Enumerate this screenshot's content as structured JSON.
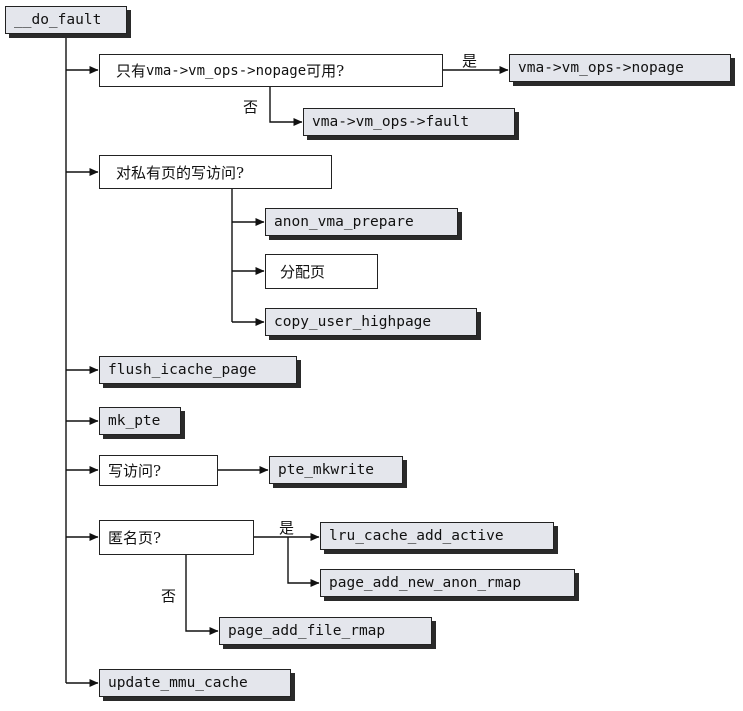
{
  "nodes": {
    "do_fault": "__do_fault",
    "q_nopage_prefix": "只有",
    "q_nopage_code": "vma->vm_ops->nopage",
    "q_nopage_suffix": "可用?",
    "vm_ops_nopage": "vma->vm_ops->nopage",
    "vm_ops_fault": "vma->vm_ops->fault",
    "q_private_write": "对私有页的写访问?",
    "anon_vma_prepare": "anon_vma_prepare",
    "alloc_page": "分配页",
    "copy_user_highpage": "copy_user_highpage",
    "flush_icache_page": "flush_icache_page",
    "mk_pte": "mk_pte",
    "q_write_access": "写访问?",
    "pte_mkwrite": "pte_mkwrite",
    "q_anon_page": "匿名页?",
    "lru_cache_add_active": "lru_cache_add_active",
    "page_add_new_anon_rmap": "page_add_new_anon_rmap",
    "page_add_file_rmap": "page_add_file_rmap",
    "update_mmu_cache": "update_mmu_cache"
  },
  "edge_labels": {
    "yes_nopage": "是",
    "no_nopage": "否",
    "yes_anon": "是",
    "no_anon": "否"
  }
}
